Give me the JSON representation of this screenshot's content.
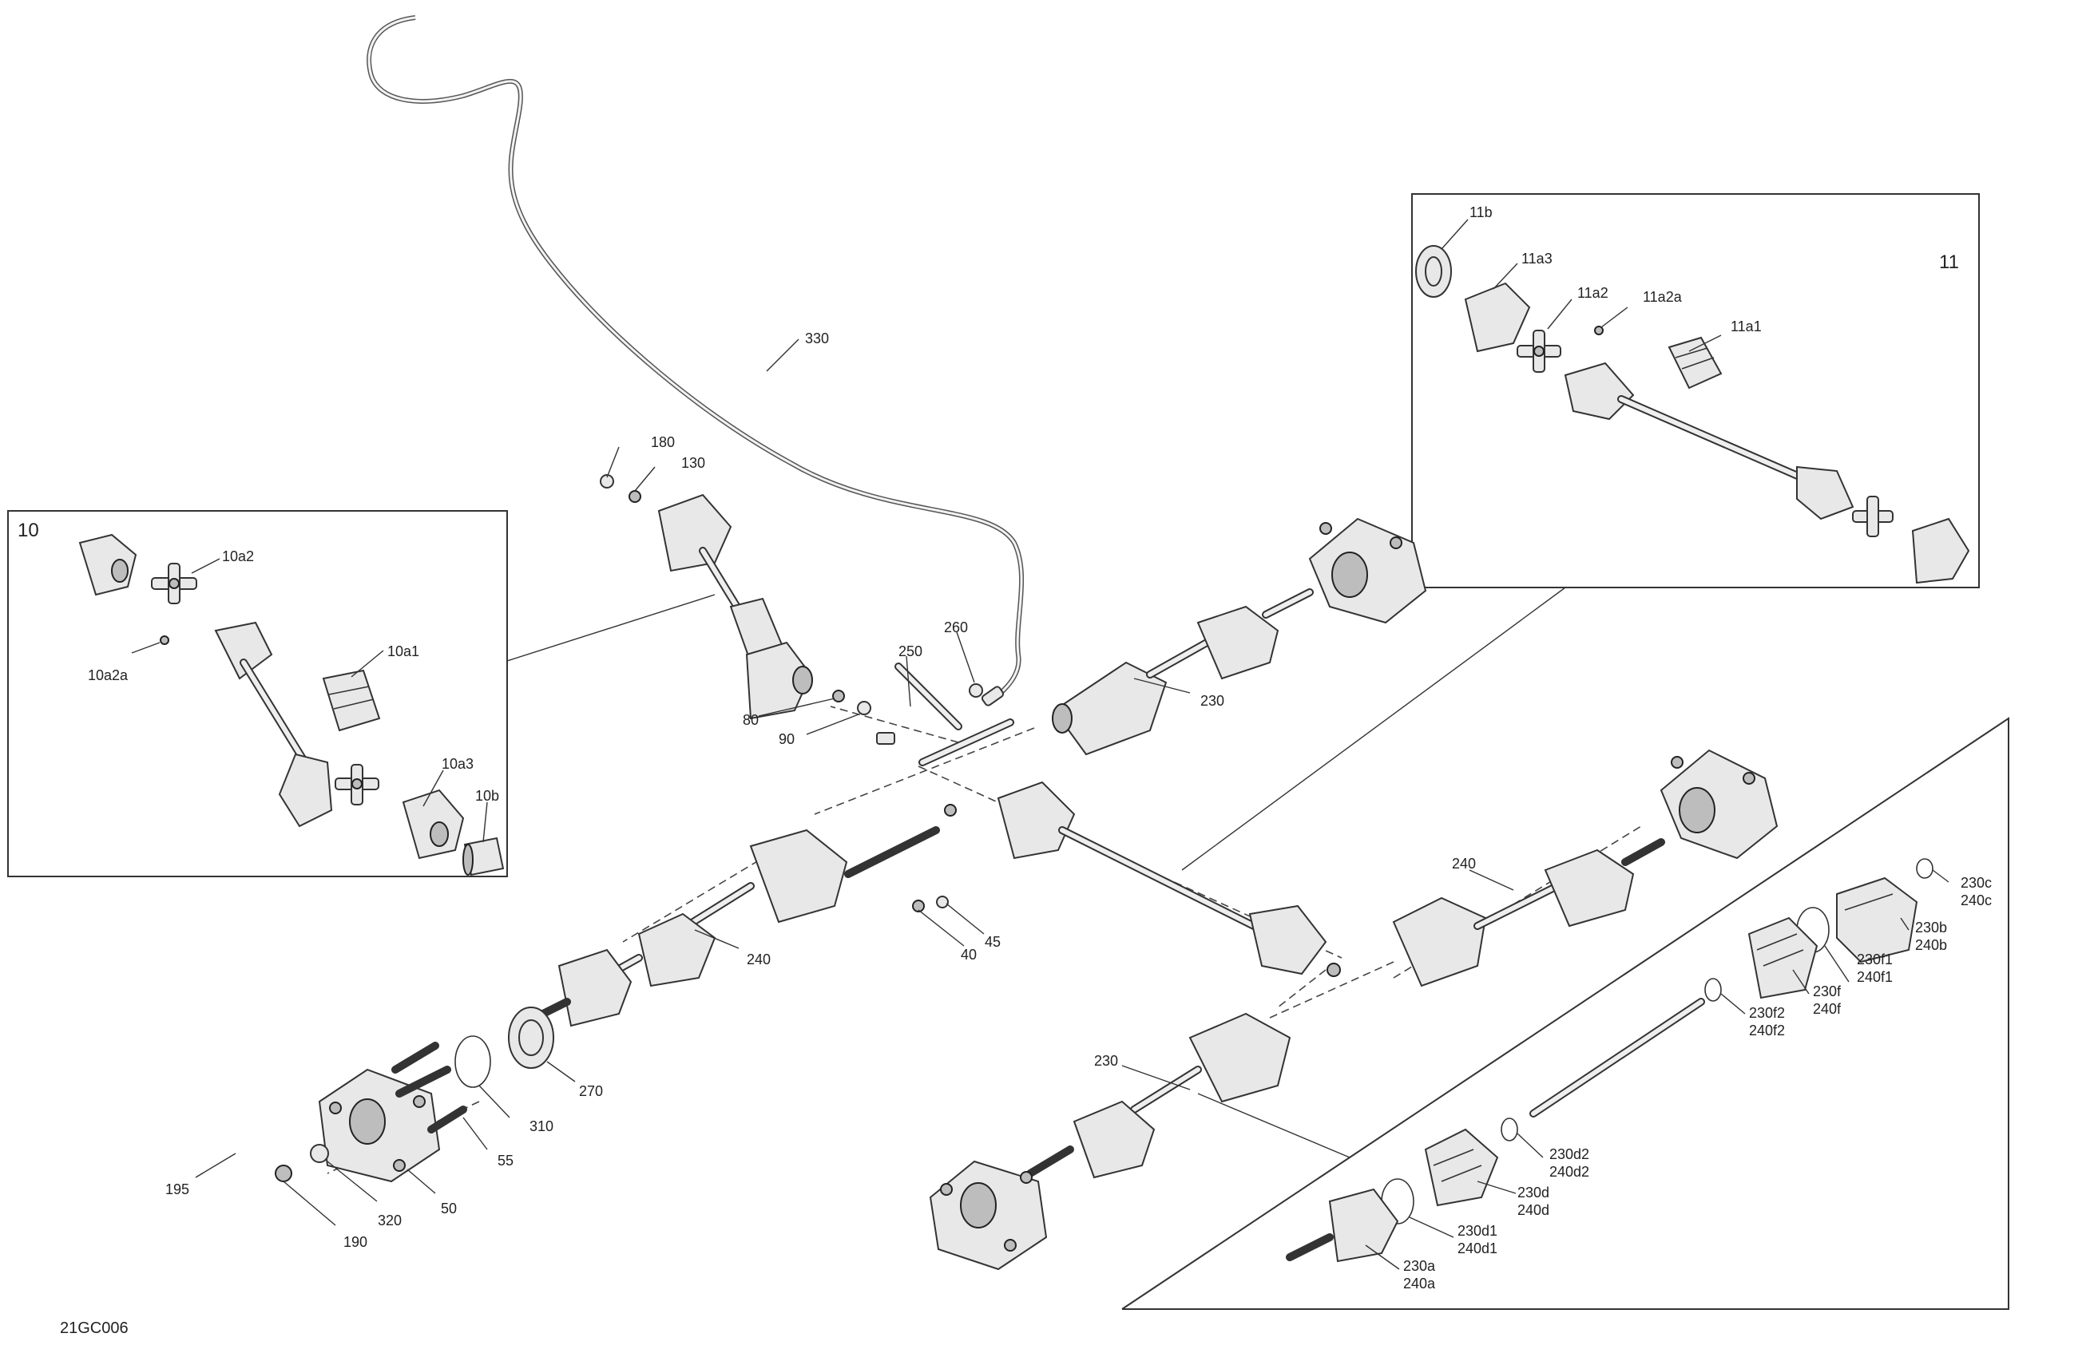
{
  "diagram_code": "21GC006",
  "insets": [
    {
      "id": "10",
      "label": "10"
    },
    {
      "id": "11",
      "label": "11"
    }
  ],
  "callouts": [
    {
      "id": "c330",
      "label": "330"
    },
    {
      "id": "c180",
      "label": "180"
    },
    {
      "id": "c130",
      "label": "130"
    },
    {
      "id": "c260",
      "label": "260"
    },
    {
      "id": "c250",
      "label": "250"
    },
    {
      "id": "c80",
      "label": "80"
    },
    {
      "id": "c90",
      "label": "90"
    },
    {
      "id": "c230-top",
      "label": "230"
    },
    {
      "id": "c240-mid",
      "label": "240"
    },
    {
      "id": "c240-left",
      "label": "240"
    },
    {
      "id": "c45",
      "label": "45"
    },
    {
      "id": "c40",
      "label": "40"
    },
    {
      "id": "c270",
      "label": "270"
    },
    {
      "id": "c310",
      "label": "310"
    },
    {
      "id": "c55",
      "label": "55"
    },
    {
      "id": "c50",
      "label": "50"
    },
    {
      "id": "c320",
      "label": "320"
    },
    {
      "id": "c195",
      "label": "195"
    },
    {
      "id": "c190",
      "label": "190"
    },
    {
      "id": "c230-low",
      "label": "230"
    },
    {
      "id": "c10a2",
      "label": "10a2"
    },
    {
      "id": "c10a2a",
      "label": "10a2a"
    },
    {
      "id": "c10a1",
      "label": "10a1"
    },
    {
      "id": "c10a3",
      "label": "10a3"
    },
    {
      "id": "c10b",
      "label": "10b"
    },
    {
      "id": "c11b",
      "label": "11b"
    },
    {
      "id": "c11a3",
      "label": "11a3"
    },
    {
      "id": "c11a2",
      "label": "11a2"
    },
    {
      "id": "c11a2a",
      "label": "11a2a"
    },
    {
      "id": "c11a1",
      "label": "11a1"
    },
    {
      "id": "c230c",
      "label": "230c"
    },
    {
      "id": "c240c",
      "label": "240c"
    },
    {
      "id": "c230b",
      "label": "230b"
    },
    {
      "id": "c240b",
      "label": "240b"
    },
    {
      "id": "c230f1",
      "label": "230f1"
    },
    {
      "id": "c240f1",
      "label": "240f1"
    },
    {
      "id": "c230f",
      "label": "230f"
    },
    {
      "id": "c240f",
      "label": "240f"
    },
    {
      "id": "c230f2",
      "label": "230f2"
    },
    {
      "id": "c240f2",
      "label": "240f2"
    },
    {
      "id": "c230d2",
      "label": "230d2"
    },
    {
      "id": "c240d2",
      "label": "240d2"
    },
    {
      "id": "c230d",
      "label": "230d"
    },
    {
      "id": "c240d",
      "label": "240d"
    },
    {
      "id": "c230d1",
      "label": "230d1"
    },
    {
      "id": "c240d1",
      "label": "240d1"
    },
    {
      "id": "c230a",
      "label": "230a"
    },
    {
      "id": "c240a",
      "label": "240a"
    }
  ]
}
